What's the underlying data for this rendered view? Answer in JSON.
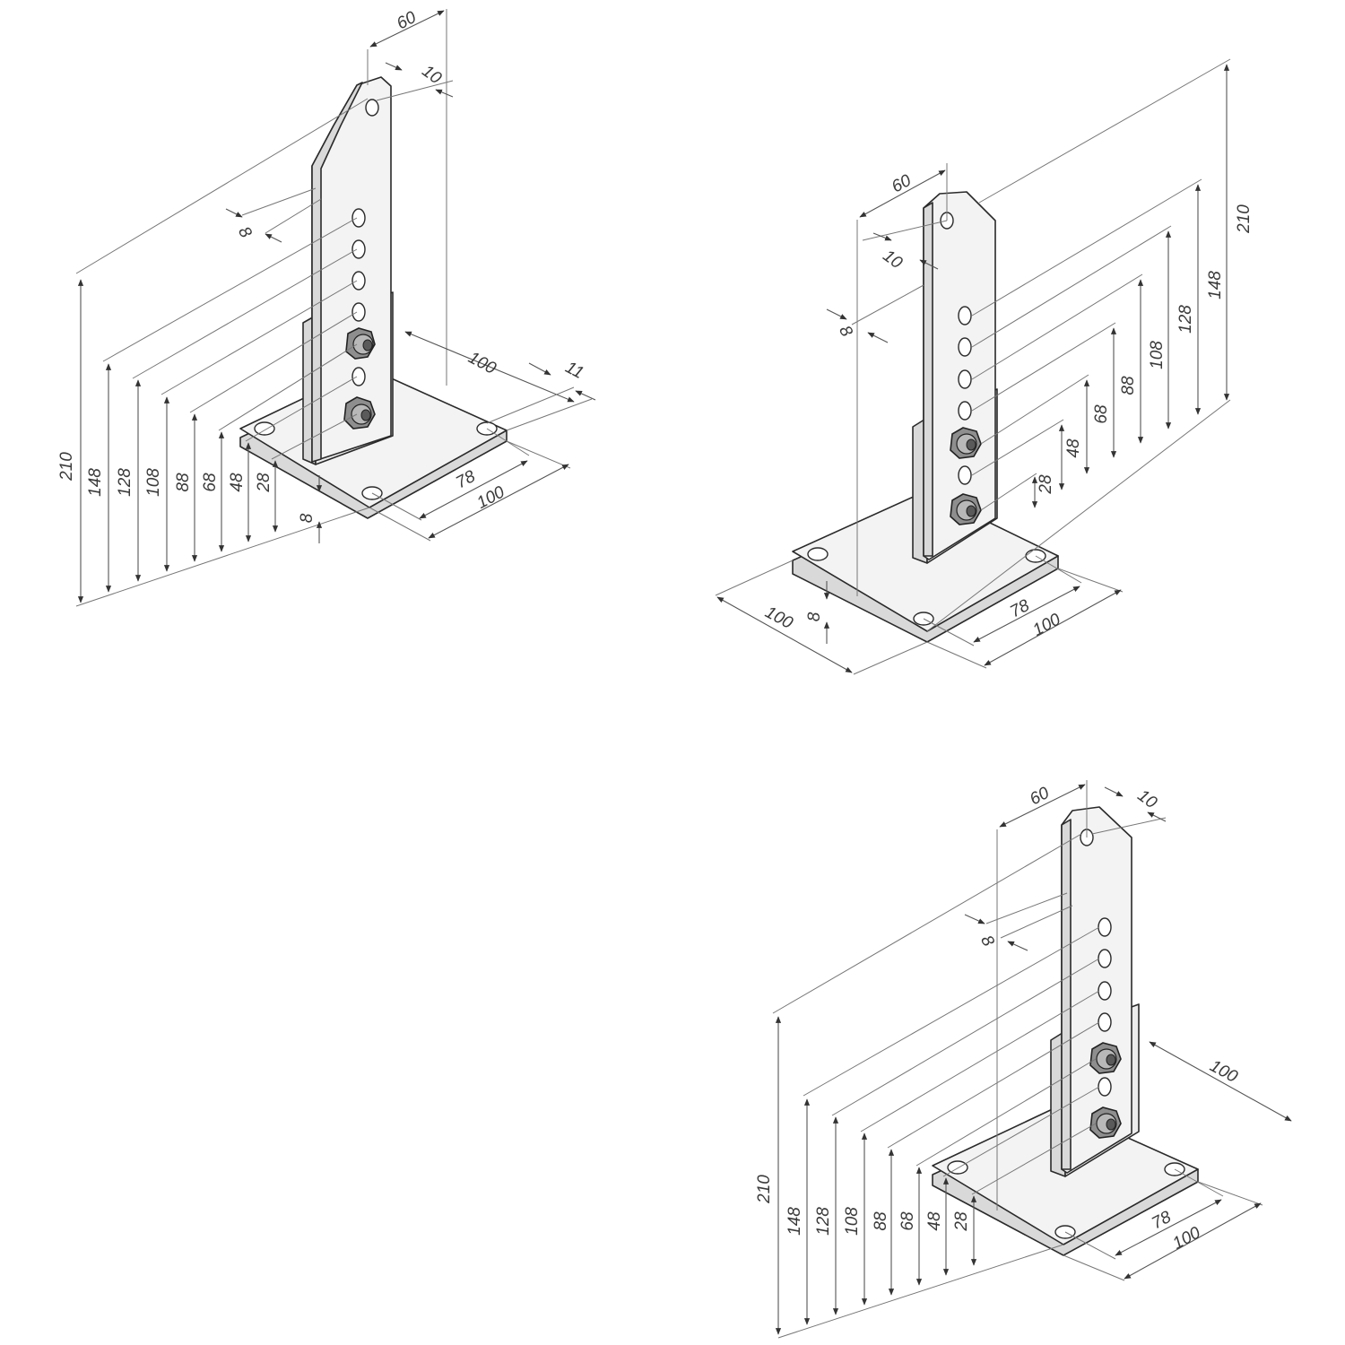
{
  "figures": [
    {
      "id": "left-bracket",
      "dims": {
        "top_width": "60",
        "top_offset": "10",
        "slot_offset": "8",
        "base_depth": "100",
        "base_edge": "11",
        "hole_spacing": "78",
        "base_width": "100",
        "base_thickness": "8",
        "heights": [
          "210",
          "148",
          "128",
          "108",
          "88",
          "68",
          "48",
          "28"
        ]
      }
    },
    {
      "id": "right-bracket",
      "dims": {
        "top_width": "60",
        "top_offset": "10",
        "slot_offset": "8",
        "base_depth": "100",
        "base_thickness": "8",
        "hole_spacing": "78",
        "base_width": "100",
        "heights": [
          "210",
          "148",
          "128",
          "108",
          "88",
          "68",
          "48",
          "28"
        ]
      }
    },
    {
      "id": "bottom-bracket",
      "dims": {
        "top_width": "60",
        "top_offset": "10",
        "slot_offset": "8",
        "base_depth": "100",
        "hole_spacing": "78",
        "base_width": "100",
        "heights": [
          "210",
          "148",
          "128",
          "108",
          "88",
          "68",
          "48",
          "28"
        ]
      }
    }
  ]
}
